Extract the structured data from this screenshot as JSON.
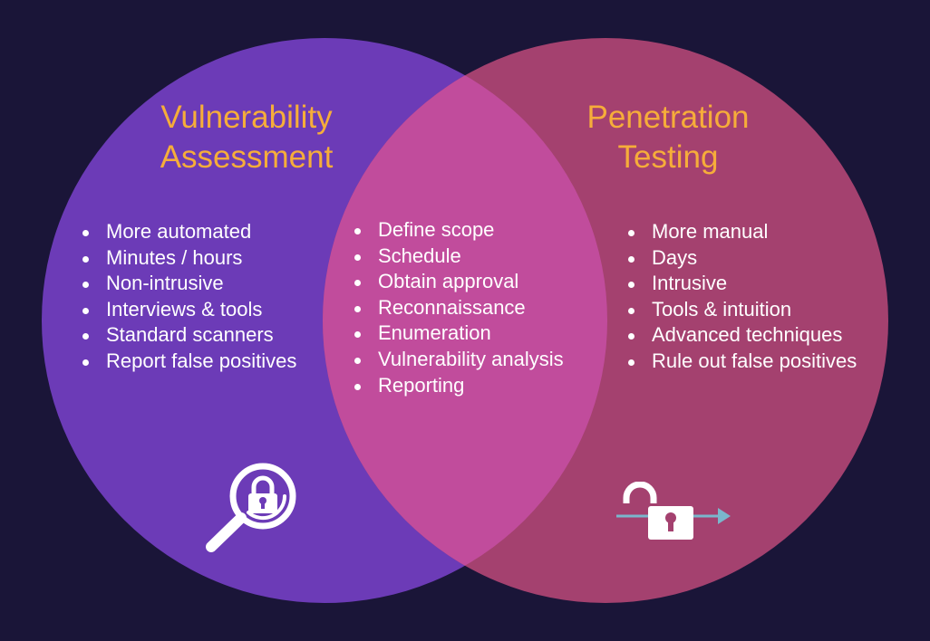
{
  "colors": {
    "background": "#1a1538",
    "left_circle": "#6c3bb7",
    "right_circle": "#a4416f",
    "overlap": "#c14c9c",
    "title": "#f6ad3a",
    "text": "#ffffff",
    "arrow": "#7ab7cc"
  },
  "left": {
    "title_line1": "Vulnerability",
    "title_line2": "Assessment",
    "items": [
      "More automated",
      "Minutes / hours",
      "Non-intrusive",
      "Interviews & tools",
      "Standard scanners",
      "Report false positives"
    ],
    "icon": "magnifier-lock-icon"
  },
  "center": {
    "items": [
      "Define scope",
      "Schedule",
      "Obtain approval",
      "Reconnaissance",
      "Enumeration",
      "Vulnerability analysis",
      "Reporting"
    ]
  },
  "right": {
    "title_line1": "Penetration",
    "title_line2": "Testing",
    "items": [
      "More manual",
      "Days",
      "Intrusive",
      "Tools & intuition",
      "Advanced techniques",
      "Rule out false positives"
    ],
    "icon": "open-lock-arrow-icon"
  }
}
